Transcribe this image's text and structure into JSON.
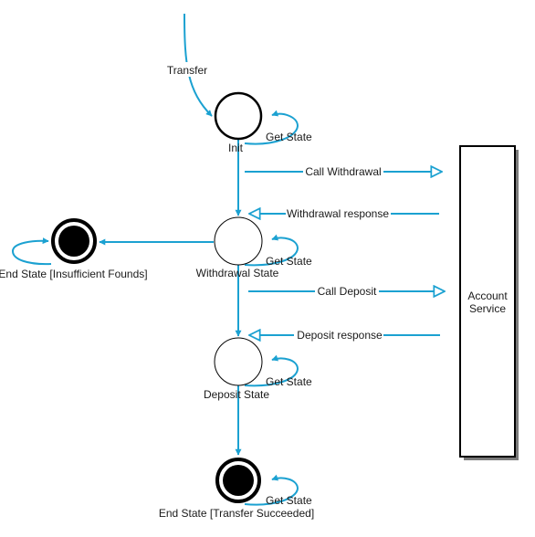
{
  "diagram": {
    "entry_label": "Transfer",
    "states": {
      "init": "Init",
      "withdrawal": "Withdrawal State",
      "deposit": "Deposit State",
      "end_insufficient": "End State [Insufficient Founds]",
      "end_succeeded": "End State [Transfer Succeeded]"
    },
    "self_loop_label": "Get State",
    "service": {
      "line1": "Account",
      "line2": "Service"
    },
    "messages": {
      "call_withdrawal": "Call Withdrawal",
      "withdrawal_response": "Withdrawal response",
      "call_deposit": "Call Deposit",
      "deposit_response": "Deposit response"
    },
    "colors": {
      "edge": "#1ba1d1",
      "outline": "#000000"
    }
  }
}
